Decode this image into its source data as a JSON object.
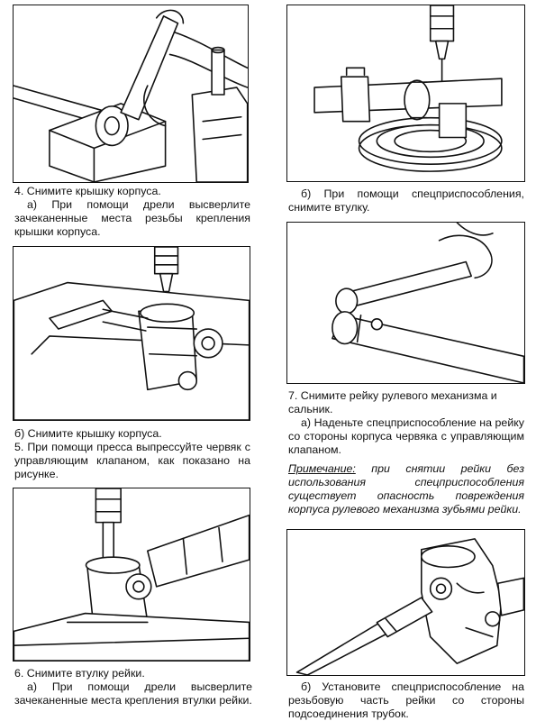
{
  "left": {
    "step4": {
      "title": "4. Снимите крышку корпуса.",
      "a": "а) При помощи дрели высверлите зачеканенные места резьбы крепления крышки корпуса."
    },
    "step4b": "б) Снимите крышку корпуса.",
    "step5": "5. При помощи пресса выпрессуйте червяк с управляющим клапаном, как показано на рисунке.",
    "step6": {
      "title": "6. Снимите втулку рейки.",
      "a": "а) При помощи дрели высверлите зачеканенные места крепления втулки рейки."
    }
  },
  "right": {
    "step6b": "б) При помощи спецприспособления, снимите втулку.",
    "step7": {
      "title": "7. Снимите рейку рулевого механизма и сальник.",
      "a": "а) Наденьте спецприспособление на рейку со стороны корпуса червяка с управляющим клапаном."
    },
    "note": {
      "label": "Примечание:",
      "text": " при снятии рейки без использования спецприспособления существует опасность повреждения корпуса рулевого механизма зубьями рейки."
    },
    "step7b": "б) Установите спецприспособление на резьбовую часть рейки со стороны подсоединения трубок."
  }
}
